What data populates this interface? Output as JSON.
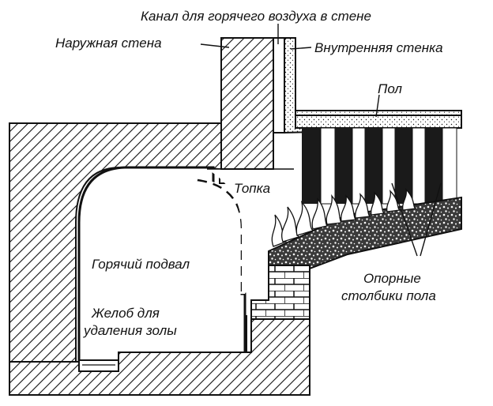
{
  "diagram": {
    "labels": {
      "hot_air_channel": "Канал для горячего воздуха в стене",
      "outer_wall": "Наружная стена",
      "inner_wall": "Внутренняя стенка",
      "floor": "Пол",
      "furnace": "Топка",
      "hot_basement": "Горячий подвал",
      "ash_trough_line1": "Желоб для",
      "ash_trough_line2": "удаления золы",
      "floor_pillars_line1": "Опорные",
      "floor_pillars_line2": "столбики пола"
    }
  },
  "colors": {
    "ink": "#111111",
    "background": "#ffffff"
  }
}
